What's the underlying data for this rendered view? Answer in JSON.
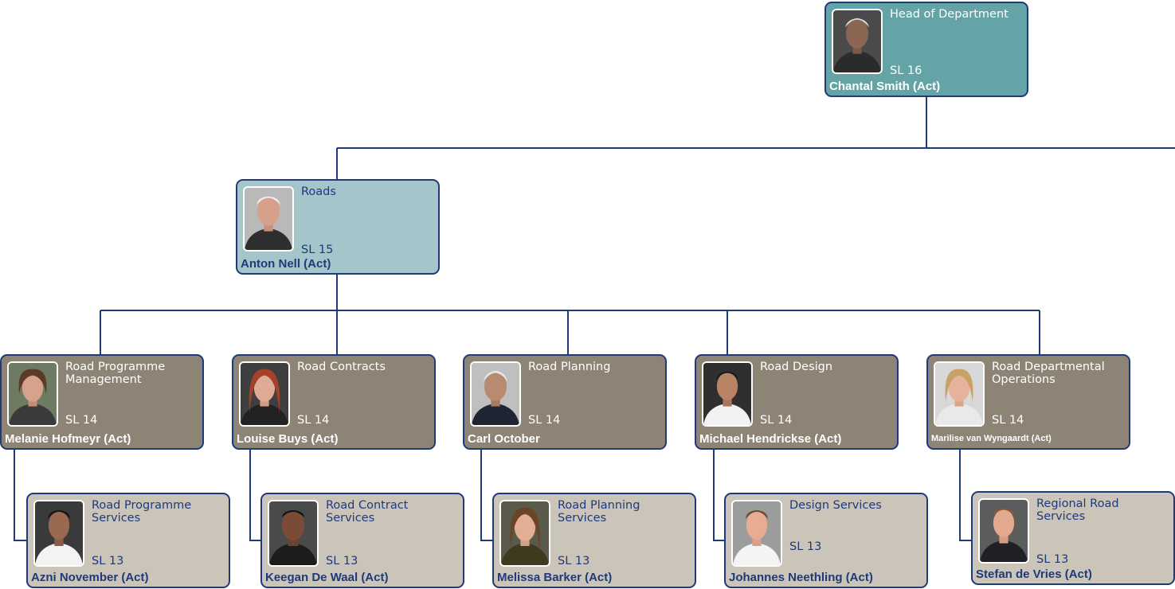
{
  "hod": {
    "title": "Head of Department",
    "sl": "SL 16",
    "name": "Chantal Smith (Act)"
  },
  "roads": {
    "title": "Roads",
    "sl": "SL 15",
    "name": "Anton Nell (Act)"
  },
  "managers": [
    {
      "title": "Road Programme Management",
      "sl": "SL 14",
      "name": "Melanie Hofmeyr (Act)"
    },
    {
      "title": "Road Contracts",
      "sl": "SL 14",
      "name": "Louise Buys (Act)"
    },
    {
      "title": "Road Planning",
      "sl": "SL 14",
      "name": "Carl October"
    },
    {
      "title": "Road Design",
      "sl": "SL 14",
      "name": "Michael Hendrickse (Act)"
    },
    {
      "title": "Road Departmental Operations",
      "sl": "SL 14",
      "name": "Marilise van Wyngaardt (Act)"
    }
  ],
  "services": [
    {
      "title": "Road Programme Services",
      "sl": "SL 13",
      "name": "Azni November (Act)"
    },
    {
      "title": "Road Contract Services",
      "sl": "SL 13",
      "name": "Keegan De Waal (Act)"
    },
    {
      "title": "Road Planning Services",
      "sl": "SL 13",
      "name": "Melissa Barker (Act)"
    },
    {
      "title": "Design Services",
      "sl": "SL 13",
      "name": "Johannes Neethling (Act)"
    },
    {
      "title": "Regional Road Services",
      "sl": "SL 13",
      "name": "Stefan de Vries (Act)"
    }
  ],
  "colors": {
    "line": "#1e3a7b",
    "top": "#64a4a6",
    "level1": "#a4c6ca",
    "level2": "#8d8475",
    "level3": "#cbc4b9"
  }
}
